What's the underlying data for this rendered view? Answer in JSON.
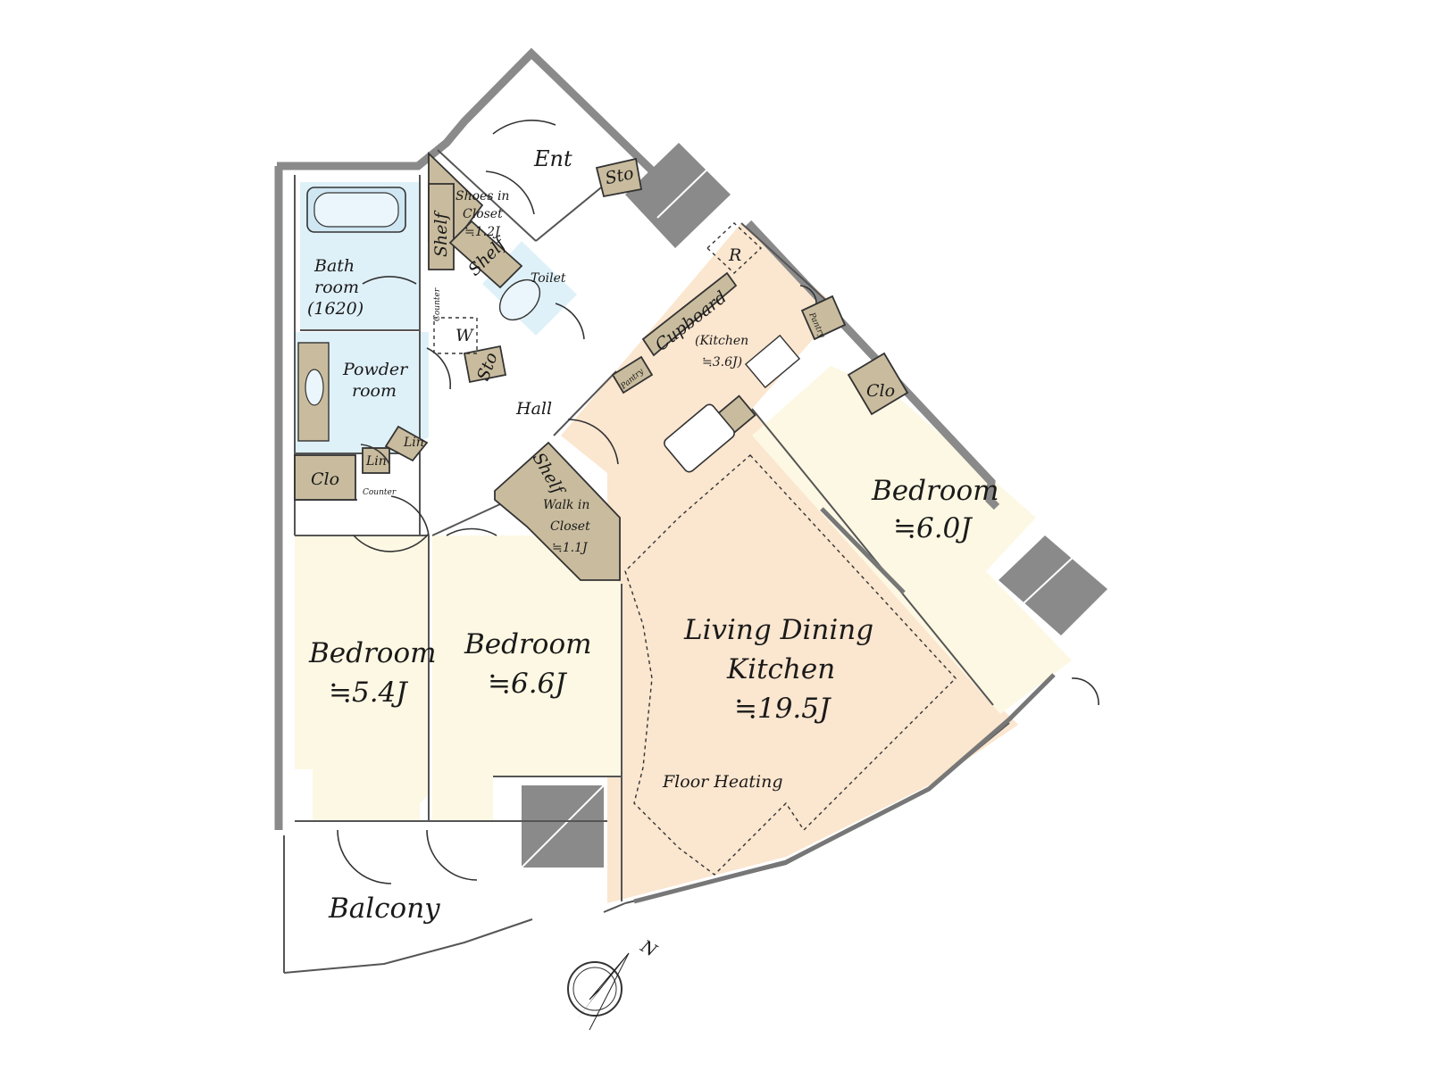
{
  "rooms": {
    "entrance": "Ent",
    "storage_entrance": "Sto",
    "shoes_closet_line1": "Shoes in",
    "shoes_closet_line2": "Closet",
    "shoes_closet_area": "≒1.2J",
    "shelf_1": "Shelf",
    "shelf_2": "Shelf",
    "shelf_3": "Shelf",
    "toilet": "Toilet",
    "bath_line1": "Bath",
    "bath_line2": "room",
    "bath_line3": "(1620)",
    "counter_1": "Counter",
    "counter_2": "Counter",
    "washer": "W",
    "storage_hall": "Sto",
    "powder_line1": "Powder",
    "powder_line2": "room",
    "linen_1": "Lin",
    "linen_2": "Lin",
    "closet_left": "Clo",
    "hall": "Hall",
    "walkin_line1": "Walk in",
    "walkin_line2": "Closet",
    "walkin_area": "≒1.1J",
    "refrigerator": "R",
    "cupboard": "Cupboard",
    "pantry_1": "Pantry",
    "pantry_2": "Pantry",
    "kitchen_line1": "(Kitchen",
    "kitchen_line2": "≒3.6J)",
    "closet_right": "Clo",
    "bedroom_right_name": "Bedroom",
    "bedroom_right_area": "≒6.0J",
    "ldk_line1": "Living Dining",
    "ldk_line2": "Kitchen",
    "ldk_area": "≒19.5J",
    "floor_heating": "Floor Heating",
    "bedroom_left_name": "Bedroom",
    "bedroom_left_area": "≒5.4J",
    "bedroom_mid_name": "Bedroom",
    "bedroom_mid_area": "≒6.6J",
    "balcony": "Balcony"
  },
  "compass": {
    "north": "N"
  },
  "colors": {
    "ldk": "#fbe6cf",
    "bedroom": "#fdf8e3",
    "wet": "#dff1f8",
    "storage": "#c9bc9e",
    "wall": "#8a8a8a",
    "hall": "#ffffff"
  }
}
